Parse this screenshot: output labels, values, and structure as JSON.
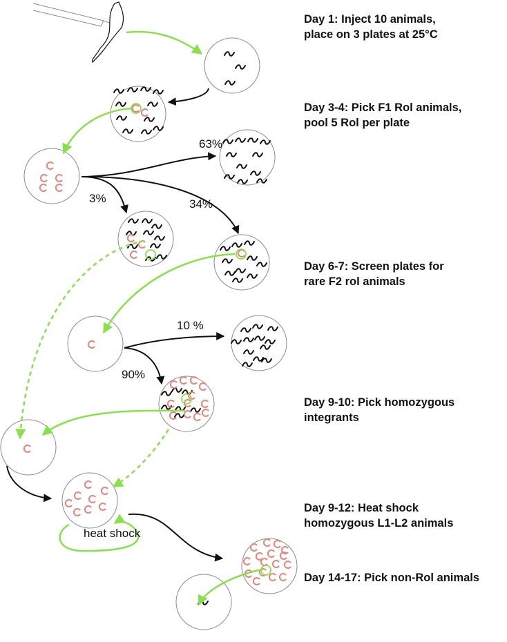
{
  "steps": {
    "day1": {
      "line1": "Day 1: Inject 10 animals,",
      "line2": "place on 3 plates at 25°C"
    },
    "day3_4": {
      "line1": "Day 3-4:  Pick F1 Rol animals,",
      "line2": "pool 5 Rol per plate"
    },
    "day6_7": {
      "line1": "Day 6-7:  Screen plates for",
      "line2": "rare F2 rol animals"
    },
    "day9_10": {
      "line1": "Day 9-10: Pick homozygous",
      "line2": "integrants"
    },
    "day9_12": {
      "line1": "Day 9-12: Heat shock",
      "line2": "homozygous L1-L2 animals"
    },
    "day14_17": {
      "line1": "Day 14-17: Pick non-Rol animals"
    }
  },
  "percentages": {
    "p63": "63%",
    "p3": "3%",
    "p34": "34%",
    "p10": "10 %",
    "p90": "90%"
  },
  "heat_shock_label": "heat shock",
  "colors": {
    "arrow_black": "#111111",
    "arrow_green": "#88e04a",
    "worm_black": "#111111",
    "worm_rol": "#e8837a",
    "plate_outline": "#8a8a8a"
  }
}
